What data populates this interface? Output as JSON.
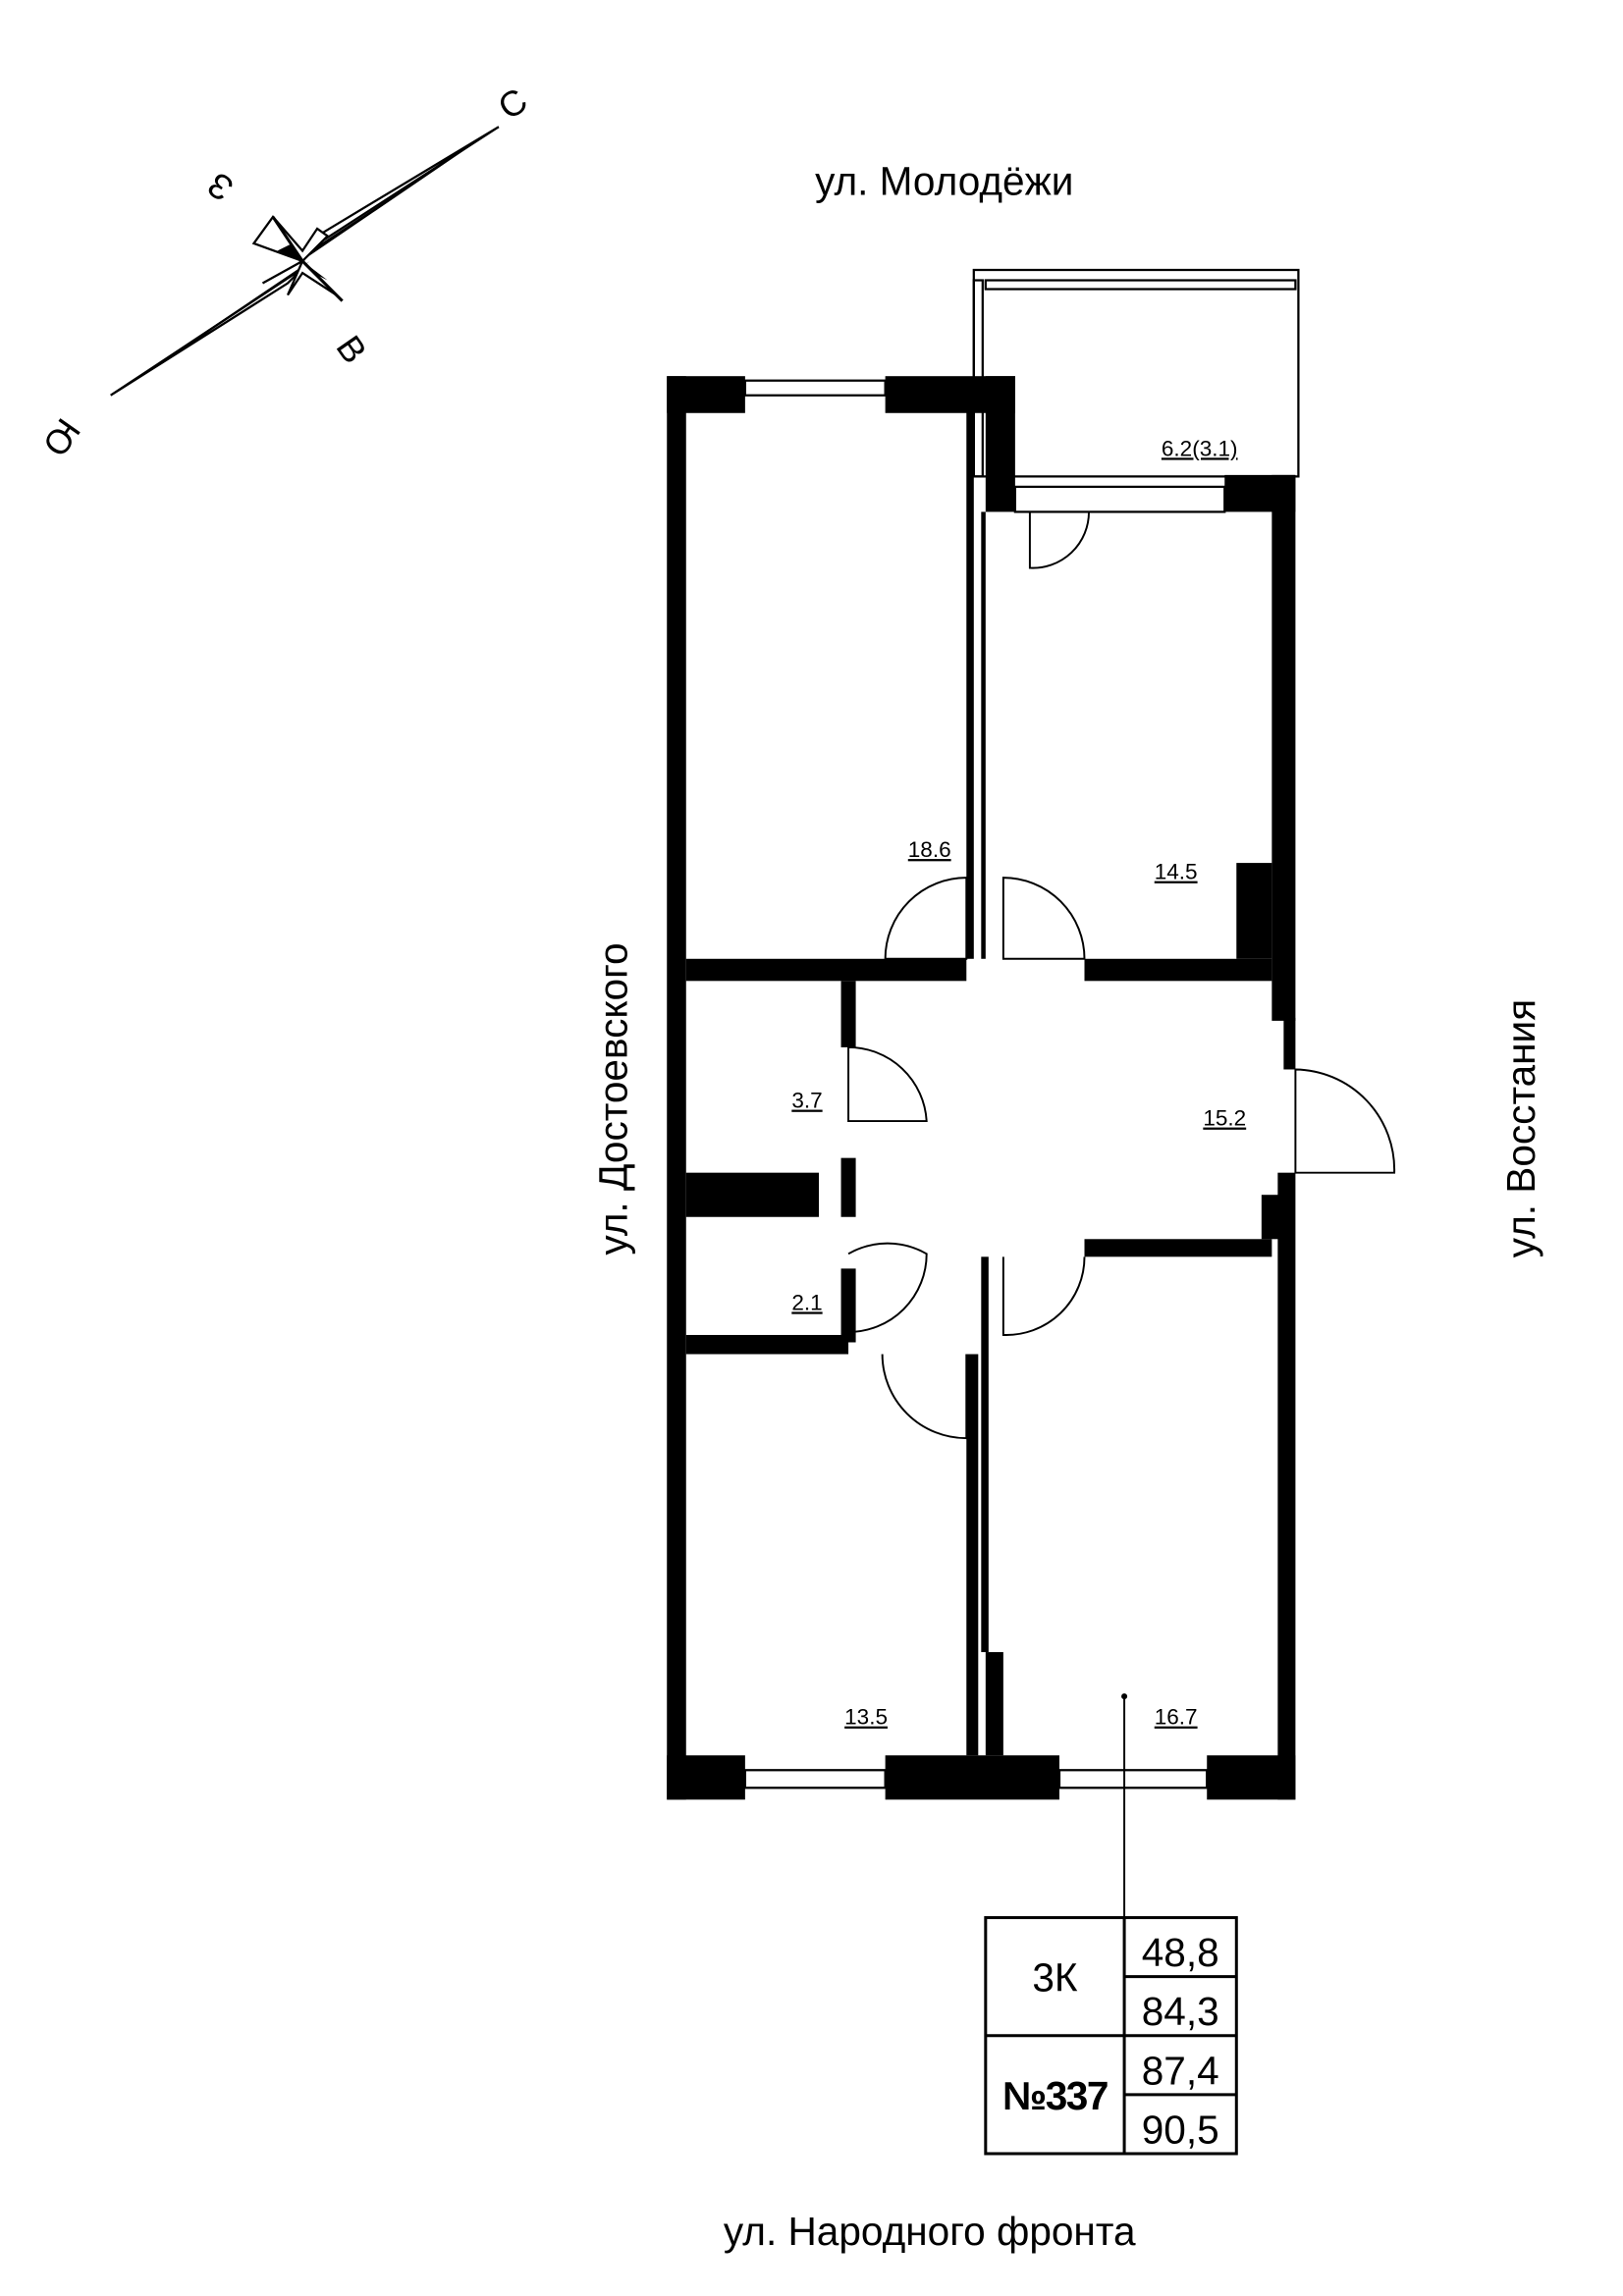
{
  "compass": {
    "north": "С",
    "south": "Ю",
    "west": "З",
    "east": "В"
  },
  "streets": {
    "top": "ул. Молодёжи",
    "left": "ул. Достоевского",
    "right": "ул. Восстания",
    "bottom": "ул. Народного фронта"
  },
  "rooms": [
    {
      "area": "18.6"
    },
    {
      "area": "14.5"
    },
    {
      "area": "3.7"
    },
    {
      "area": "15.2"
    },
    {
      "area": "2.1"
    },
    {
      "area": "13.5"
    },
    {
      "area": "16.7"
    },
    {
      "area": "6.2(3.1)"
    }
  ],
  "info_table": {
    "type": "3К",
    "number": "№337",
    "values": [
      "48,8",
      "84,3",
      "87,4",
      "90,5"
    ]
  },
  "colors": {
    "ink": "#000000",
    "background": "#ffffff"
  }
}
